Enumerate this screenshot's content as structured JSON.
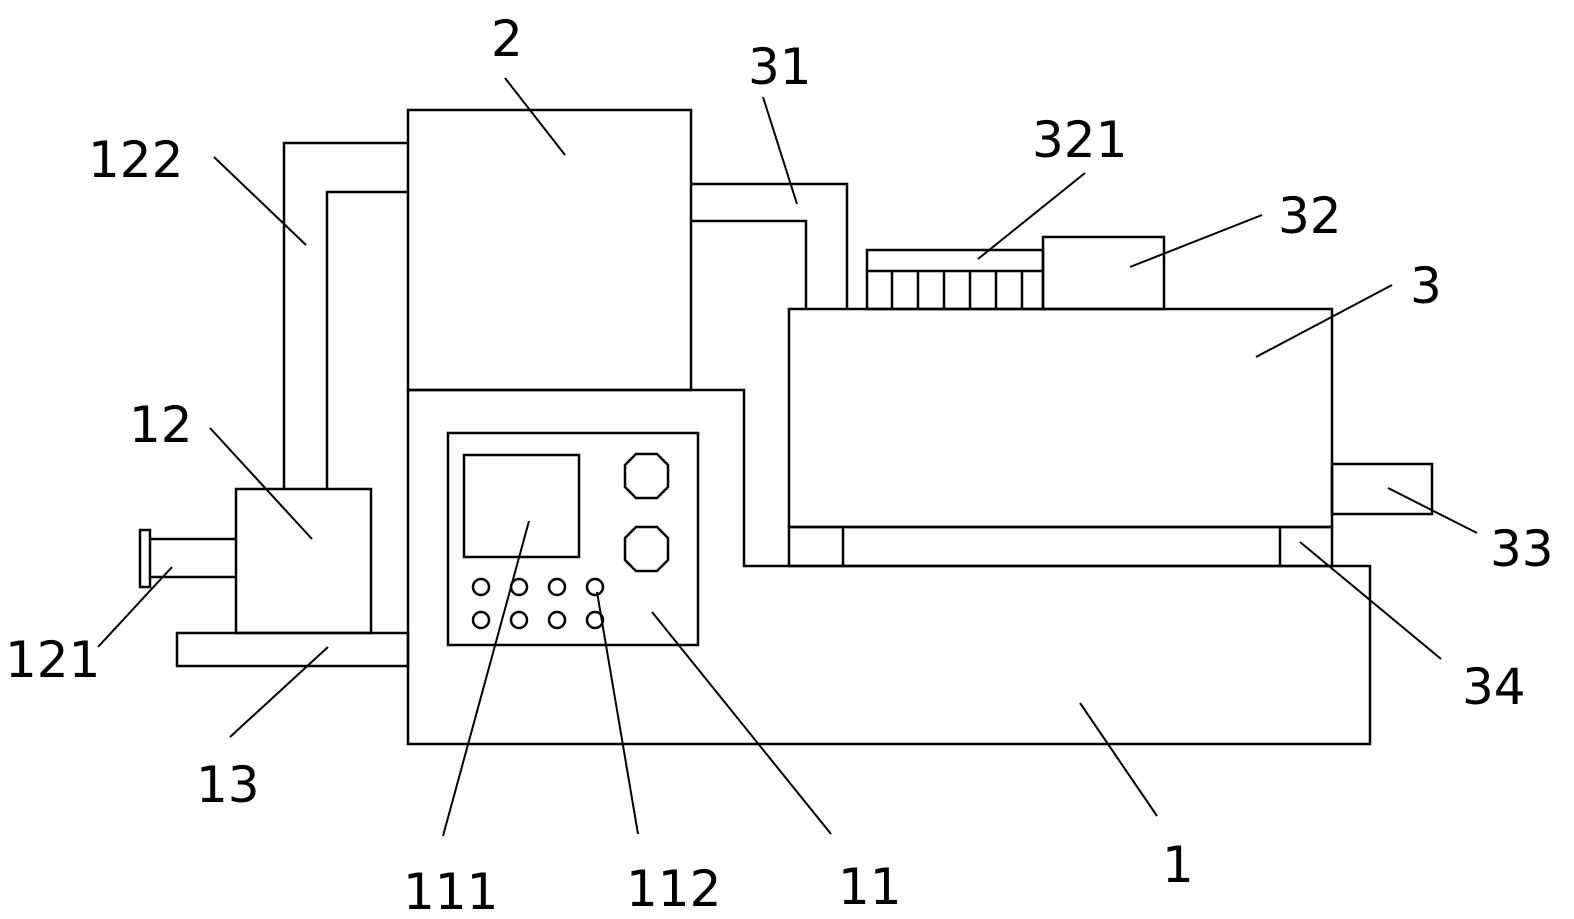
{
  "labels": {
    "n1": "1",
    "n2": "2",
    "n3": "3",
    "n11": "11",
    "n12": "12",
    "n13": "13",
    "n31": "31",
    "n32": "32",
    "n33": "33",
    "n34": "34",
    "n111": "111",
    "n112": "112",
    "n121": "121",
    "n122": "122",
    "n321": "321"
  }
}
